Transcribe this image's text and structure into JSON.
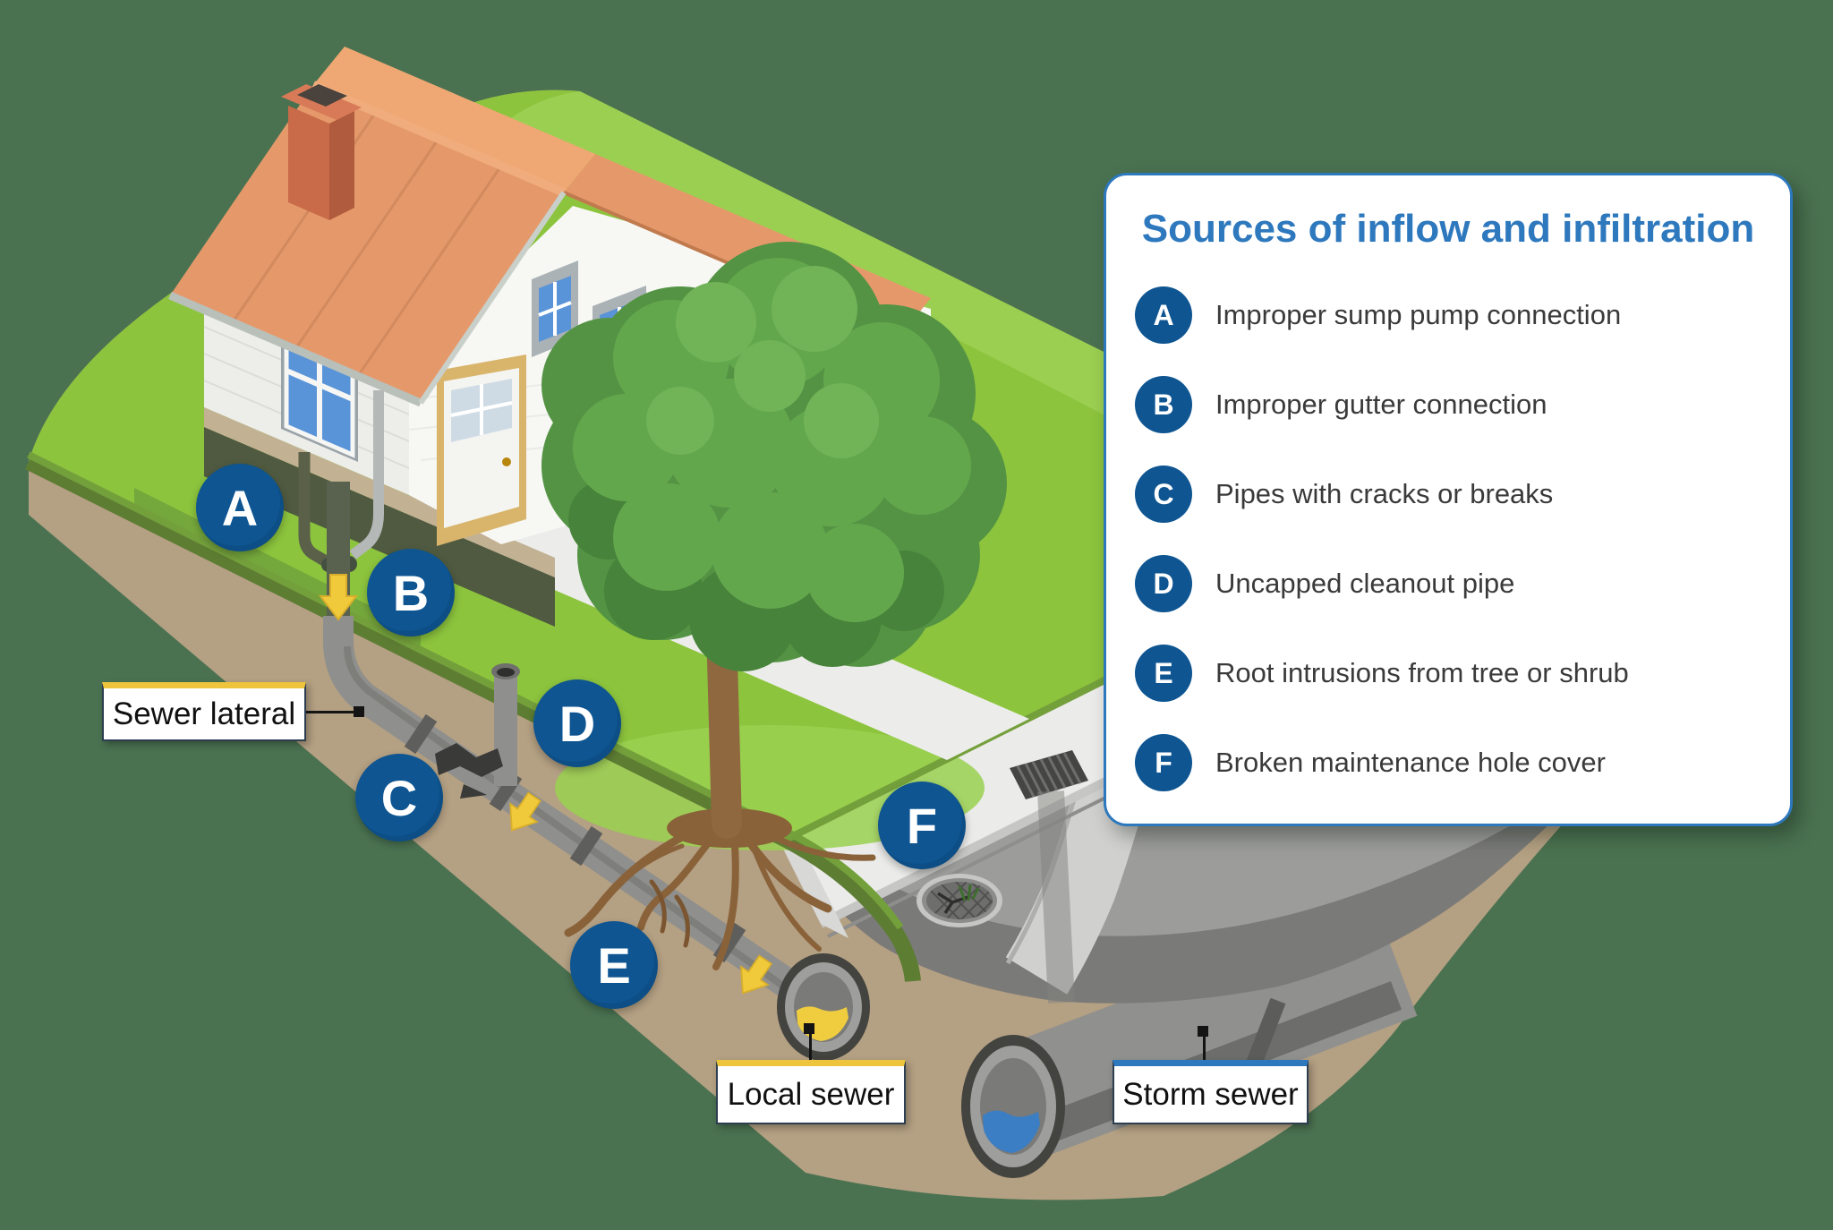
{
  "diagram": {
    "background_color": "#4a7251",
    "legend": {
      "title": "Sources of inflow and infiltration",
      "title_color": "#2e78bd",
      "panel_border_color": "#2e78bd",
      "badge_color": "#0e5591",
      "items": [
        {
          "letter": "A",
          "text": "Improper sump pump connection"
        },
        {
          "letter": "B",
          "text": "Improper gutter connection"
        },
        {
          "letter": "C",
          "text": "Pipes with cracks or breaks"
        },
        {
          "letter": "D",
          "text": "Uncapped cleanout pipe"
        },
        {
          "letter": "E",
          "text": "Root intrusions from tree or shrub"
        },
        {
          "letter": "F",
          "text": "Broken maintenance hole cover"
        }
      ]
    },
    "markers": [
      {
        "letter": "A"
      },
      {
        "letter": "B"
      },
      {
        "letter": "C"
      },
      {
        "letter": "D"
      },
      {
        "letter": "E"
      },
      {
        "letter": "F"
      }
    ],
    "marker_color": "#0e5591",
    "callouts": [
      {
        "text": "Sewer lateral",
        "accent_color": "#edc43c"
      },
      {
        "text": "Local sewer",
        "accent_color": "#edc43c"
      },
      {
        "text": "Storm sewer",
        "accent_color": "#2e78bd"
      }
    ],
    "flow_arrow_color": "#f1ca3c",
    "water_colors": {
      "sanitary_sewage": "#f0cd3e",
      "storm_water": "#3c7ec3"
    },
    "terrain_colors": {
      "grass": "#8cc43d",
      "soil": "#b4a083",
      "street": "#9c9c9a",
      "sidewalk": "#ebebe9"
    }
  }
}
